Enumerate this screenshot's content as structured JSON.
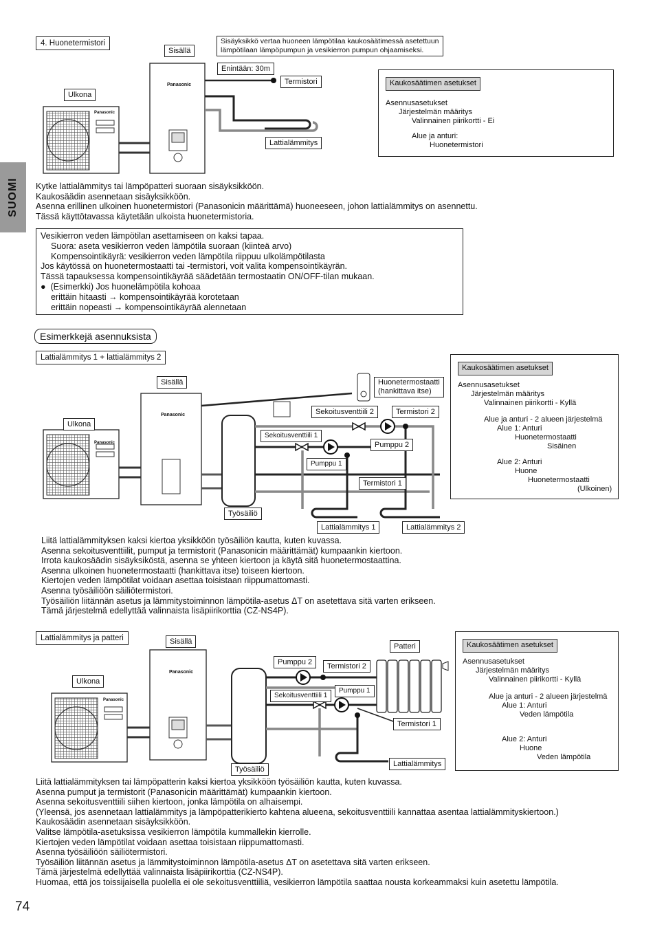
{
  "side_tab": "SUOMI",
  "page_number": "74",
  "brand": "Panasonic",
  "sec1": {
    "title": "4. Huonetermistori",
    "indoor": "Sisällä",
    "outdoor": "Ulkona",
    "note": "Sisäyksikkö vertaa huoneen lämpötilaa kaukosäätimessä asetettuun\nlämpötilaan lämpöpumpun ja vesikierron pumpun ohjaamiseksi.",
    "max": "Enintään: 30m",
    "thermistor": "Termistori",
    "floor": "Lattialämmitys",
    "remote": {
      "head": "Kaukosäätimen asetukset",
      "lines": [
        "Asennusasetukset",
        "Järjestelmän määritys",
        "Valinnainen piirikortti - Ei",
        "Alue ja anturi:",
        "Huonetermistori"
      ]
    },
    "text": [
      "Kytke lattialämmitys tai lämpöpatteri suoraan sisäyksikköön.",
      "Kaukosäädin asennetaan sisäyksikköön.",
      "Asenna erillinen ulkoinen huonetermistori (Panasonicin määrittämä) huoneeseen, johon lattialämmitys on asennettu.",
      "Tässä käyttötavassa käytetään ulkoista huonetermistoria."
    ]
  },
  "notebox": {
    "lines": [
      "Vesikierron veden lämpötilan asettamiseen on kaksi tapaa.",
      "Suora: aseta vesikierron veden lämpötila suoraan (kiinteä arvo)",
      "Kompensointikäyrä: vesikierron veden lämpötila riippuu ulkolämpötilasta",
      "Jos käytössä on huonetermostaatti tai -termistori, voit valita kompensointikäyrän.",
      "Tässä tapauksessa kompensointikäyrää säädetään termostaatin ON/OFF-tilan mukaan.",
      "(Esimerkki) Jos huonelämpötila kohoaa",
      "erittäin hitaasti → kompensointikäyrää korotetaan",
      "erittäin nopeasti → kompensointikäyrää alennetaan"
    ]
  },
  "examples_title": "Esimerkkejä asennuksista",
  "sec2": {
    "title": "Lattialämmitys 1 + lattialämmitys 2",
    "indoor": "Sisällä",
    "outdoor": "Ulkona",
    "thermostat": "Huonetermostaatti\n(hankittava itse)",
    "mix2": "Sekoitusventtiili 2",
    "therm2": "Termistori 2",
    "mix1": "Sekoitusventtiili 1",
    "pump2": "Pumppu 2",
    "pump1": "Pumppu 1",
    "therm1": "Termistori 1",
    "tank": "Työsäiliö",
    "floor1": "Lattialämmitys 1",
    "floor2": "Lattialämmitys 2",
    "remote": {
      "head": "Kaukosäätimen asetukset",
      "lines": [
        "Asennusasetukset",
        "Järjestelmän määritys",
        "Valinnainen piirikortti - Kyllä",
        "Alue ja anturi - 2 alueen järjestelmä",
        "Alue 1: Anturi",
        "Huonetermostaatti",
        "Sisäinen",
        "Alue 2: Anturi",
        "Huone",
        "Huonetermostaatti",
        "(Ulkoinen)"
      ]
    },
    "text": [
      "Liitä lattialämmityksen kaksi kiertoa yksikköön työsäiliön kautta, kuten kuvassa.",
      "Asenna sekoitusventtiilit, pumput ja termistorit (Panasonicin määrittämät) kumpaankin kiertoon.",
      "Irrota kaukosäädin sisäyksiköstä, asenna se yhteen kiertoon ja käytä sitä huonetermostaattina.",
      "Asenna ulkoinen huonetermostaatti (hankittava itse) toiseen kiertoon.",
      "Kiertojen veden lämpötilat voidaan asettaa toisistaan riippumattomasti.",
      "Asenna työsäiliöön säiliötermistori.",
      "Työsäiliön liitännän asetus ja lämmitystoiminnon lämpötila-asetus ΔT on asetettava sitä varten erikseen.",
      "Tämä järjestelmä edellyttää valinnaista lisäpiirikorttia (CZ-NS4P)."
    ]
  },
  "sec3": {
    "title": "Lattialämmitys ja patteri",
    "indoor": "Sisällä",
    "outdoor": "Ulkona",
    "pump2": "Pumppu 2",
    "therm2": "Termistori 2",
    "radiator": "Patteri",
    "mix1": "Sekoitusventtiili 1",
    "pump1": "Pumppu 1",
    "therm1": "Termistori 1",
    "tank": "Työsäiliö",
    "floor": "Lattialämmitys",
    "remote": {
      "head": "Kaukosäätimen asetukset",
      "lines": [
        "Asennusasetukset",
        "Järjestelmän määritys",
        "Valinnainen piirikortti - Kyllä",
        "Alue ja anturi - 2 alueen järjestelmä",
        "Alue 1: Anturi",
        "Veden lämpötila",
        "Alue 2: Anturi",
        "Huone",
        "Veden lämpötila"
      ]
    },
    "text": [
      "Liitä lattialämmityksen tai lämpöpatterin kaksi kiertoa yksikköön työsäiliön kautta, kuten kuvassa.",
      "Asenna pumput ja termistorit (Panasonicin määrittämät) kumpaankin kiertoon.",
      "Asenna sekoitusventtiili siihen kiertoon, jonka lämpötila on alhaisempi.",
      "(Yleensä, jos asennetaan lattialämmitys ja lämpöpatterikierto kahtena alueena, sekoitusventtiili kannattaa asentaa lattialämmityskiertoon.)",
      "Kaukosäädin asennetaan sisäyksikköön.",
      "Valitse lämpötila-asetuksissa vesikierron lämpötila kummallekin kierrolle.",
      "Kiertojen veden lämpötilat voidaan asettaa toisistaan riippumattomasti.",
      "Asenna työsäiliöön säiliötermistori.",
      "Työsäiliön liitännän asetus ja lämmitystoiminnon lämpötila-asetus ΔT on asetettava sitä varten erikseen.",
      "Tämä järjestelmä edellyttää valinnaista lisäpiirikorttia (CZ-NS4P).",
      "Huomaa, että jos toissijaisella puolella ei ole sekoitusventtiiliä, vesikierron lämpötila saattaa nousta korkeammaksi kuin asetettu lämpötila."
    ]
  }
}
